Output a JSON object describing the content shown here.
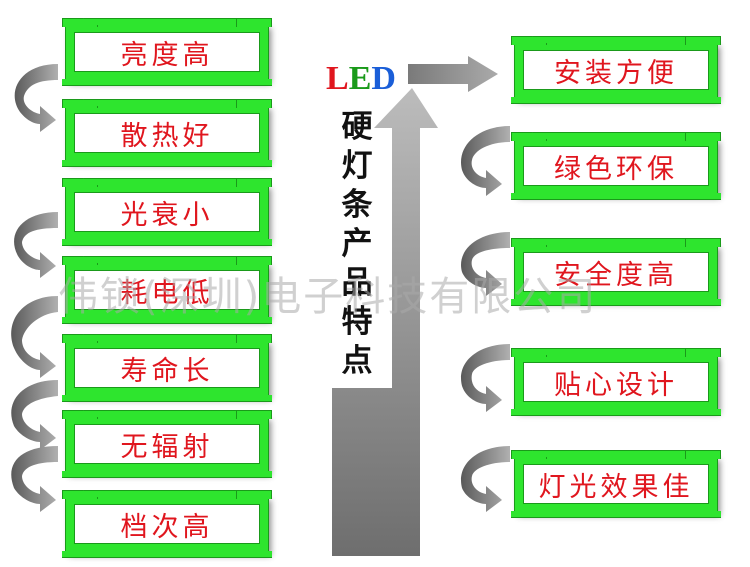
{
  "left_items": [
    "亮度高",
    "散热好",
    "光衰小",
    "耗电低",
    "寿命长",
    "无辐射",
    "档次高"
  ],
  "right_items": [
    "安装方便",
    "绿色环保",
    "安全度高",
    "贴心设计",
    "灯光效果佳"
  ],
  "led": {
    "letters": [
      "L",
      "E",
      "D"
    ],
    "colors": [
      "#e0161e",
      "#1a9a1a",
      "#1a5ed8"
    ]
  },
  "center_title_chars": [
    "硬",
    "灯",
    "条",
    "产",
    "品",
    "特",
    "点"
  ],
  "watermark": "伟锁(深圳)电子科技有限公司",
  "colors": {
    "frame": "#2ee52e",
    "frame_edge": "#1a9a1a",
    "text": "#e0161e",
    "arrow": "#8a8a8a"
  }
}
